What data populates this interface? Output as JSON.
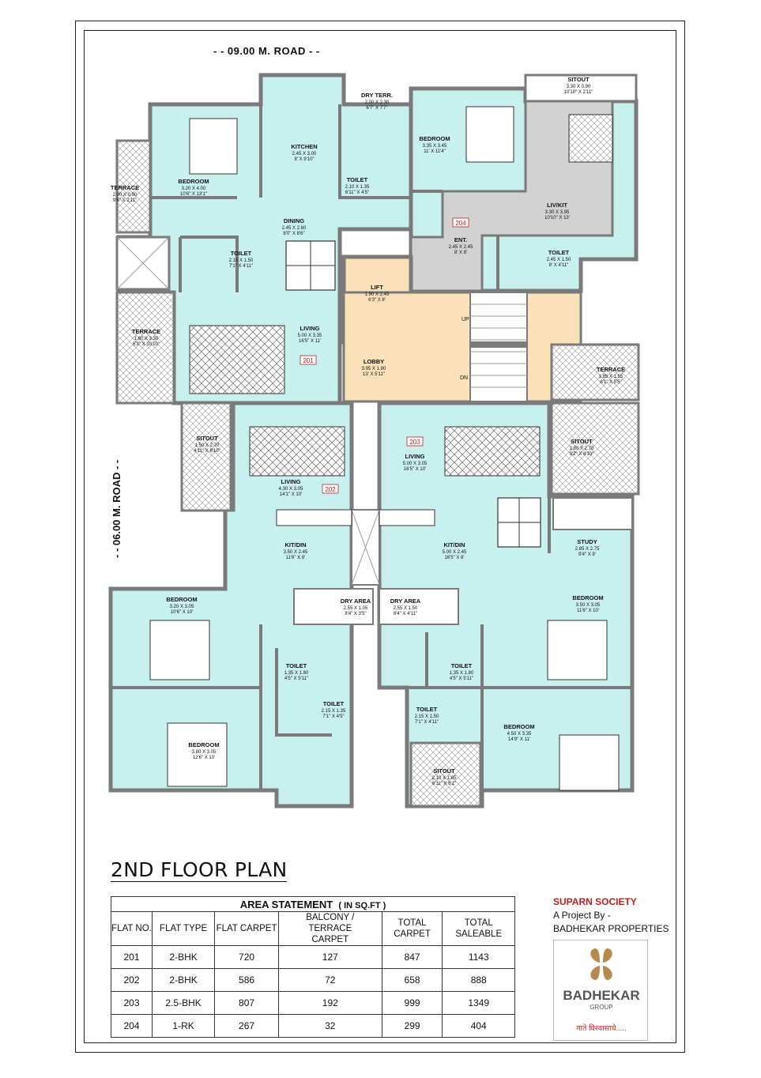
{
  "roads": {
    "top": "- - 09.00 M. ROAD - -",
    "left": "- - 06.00 M. ROAD - -"
  },
  "rooms": [
    {
      "name": "BEDROOM",
      "dims": "3.20 X 4.00",
      "imperial": "10'6\" X 13'1\""
    },
    {
      "name": "KITCHEN",
      "dims": "2.45 X 3.00",
      "imperial": "8' X 9'10\""
    },
    {
      "name": "DRY TERR.",
      "dims": "2.00 X 2.30",
      "imperial": "6'7\" X 7'7\""
    },
    {
      "name": "TOILET",
      "dims": "2.10 X 1.35",
      "imperial": "6'11\" X 4'5\""
    },
    {
      "name": "BEDROOM",
      "dims": "3.35 X 3.45",
      "imperial": "11' X 11'4\""
    },
    {
      "name": "SITOUT",
      "dims": "3.30 X 0.90",
      "imperial": "10'10\" X 2'11\""
    },
    {
      "name": "LIV/KIT",
      "dims": "3.30 X 3.95",
      "imperial": "10'10\" X 13'"
    },
    {
      "name": "TERRACE",
      "dims": "2.90 X 0.90",
      "imperial": "9'6\" X 2'11\""
    },
    {
      "name": "DINING",
      "dims": "2.45 X 2.60",
      "imperial": "8'0\" X 8'6\""
    },
    {
      "name": "TOILET",
      "dims": "2.15 X 1.50",
      "imperial": "7'1\" X 4'11\""
    },
    {
      "name": "ENT.",
      "dims": "2.45 X 2.45",
      "imperial": "8' X 8'"
    },
    {
      "name": "TOILET",
      "dims": "2.45 X 1.50",
      "imperial": "8' X 4'11\""
    },
    {
      "name": "LIFT",
      "dims": "1.90 X 2.45",
      "imperial": "6'3\" X 8'"
    },
    {
      "name": "TERRACE",
      "dims": "1.60 X 3.30",
      "imperial": "5'3\" X 10'10\""
    },
    {
      "name": "LIVING",
      "dims": "5.00 X 3.35",
      "imperial": "16'5\" X 11'"
    },
    {
      "name": "LOBBY",
      "dims": "3.95 X 1.80",
      "imperial": "13' X 5'11\""
    },
    {
      "name": "TERRACE",
      "dims": "1.85 X 1.55",
      "imperial": "6'1\" X 5'5\""
    },
    {
      "name": "SITOUT",
      "dims": "1.50 X 2.70",
      "imperial": "4'11\" X 8'10\""
    },
    {
      "name": "LIVING",
      "dims": "5.00 X 3.05",
      "imperial": "16'5\" X 10'"
    },
    {
      "name": "SITOUT",
      "dims": "2.80 X 2.70",
      "imperial": "9'2\" X 8'10\""
    },
    {
      "name": "LIVING",
      "dims": "4.30 X 3.05",
      "imperial": "14'1\" X 10'"
    },
    {
      "name": "KIT/DIN",
      "dims": "3.50 X 2.45",
      "imperial": "11'6\" X 8'"
    },
    {
      "name": "KIT/DIN",
      "dims": "5.00 X 2.45",
      "imperial": "16'5\" X 8'"
    },
    {
      "name": "STUDY",
      "dims": "2.85 X 2.75",
      "imperial": "9'4\" X 9'"
    },
    {
      "name": "BEDROOM",
      "dims": "3.20 X 3.05",
      "imperial": "10'6\" X 10'"
    },
    {
      "name": "DRY AREA",
      "dims": "2.55 X 1.05",
      "imperial": "8'4\" X 3'5\""
    },
    {
      "name": "DRY AREA",
      "dims": "2.55 X 1.50",
      "imperial": "8'4\" X 4'11\""
    },
    {
      "name": "BEDROOM",
      "dims": "3.50 X 3.05",
      "imperial": "11'6\" X 10'"
    },
    {
      "name": "TOILET",
      "dims": "1.35 X 1.80",
      "imperial": "4'5\" X 5'11\""
    },
    {
      "name": "TOILET",
      "dims": "1.35 X 1.80",
      "imperial": "4'5\" X 5'11\""
    },
    {
      "name": "TOILET",
      "dims": "2.15 X 1.35",
      "imperial": "7'1\" X 4'5\""
    },
    {
      "name": "TOILET",
      "dims": "2.15 X 1.50",
      "imperial": "7'1\" X 4'11\""
    },
    {
      "name": "BEDROOM",
      "dims": "3.80 X 3.05",
      "imperial": "12'6\" X 10'"
    },
    {
      "name": "BEDROOM",
      "dims": "4.50 X 3.35",
      "imperial": "14'9\" X 11'"
    },
    {
      "name": "SITOUT",
      "dims": "2.10 X 1.85",
      "imperial": "6'11\" X 6'1\""
    }
  ],
  "flat_tags": [
    "201",
    "202",
    "203",
    "204"
  ],
  "stair": {
    "up": "UP",
    "dn": "DN"
  },
  "title": "2ND FLOOR PLAN",
  "area_statement": {
    "caption": "AREA STATEMENT",
    "unit": "( IN SQ.FT )",
    "headers": [
      "FLAT NO.",
      "FLAT TYPE",
      "FLAT CARPET",
      "BALCONY / TERRACE CARPET",
      "TOTAL CARPET",
      "TOTAL SALEABLE"
    ],
    "rows": [
      [
        "201",
        "2-BHK",
        "720",
        "127",
        "847",
        "1143"
      ],
      [
        "202",
        "2-BHK",
        "586",
        "72",
        "658",
        "888"
      ],
      [
        "203",
        "2.5-BHK",
        "807",
        "192",
        "999",
        "1349"
      ],
      [
        "204",
        "1-RK",
        "267",
        "32",
        "299",
        "404"
      ]
    ]
  },
  "brand": {
    "name": "SUPARN SOCIETY",
    "line2": "A Project By -",
    "line3": "BADHEKAR PROPERTIES"
  },
  "logo": {
    "name": "BADHEKAR",
    "group": "GROUP",
    "tagline": "नाते विश्वासाचे....."
  },
  "colors": {
    "room": "#c8f0ef",
    "lift": "#fbe1b8",
    "flat204": "#d2d2d2",
    "wall": "#7a7a7a",
    "tag": "#c0201e"
  }
}
